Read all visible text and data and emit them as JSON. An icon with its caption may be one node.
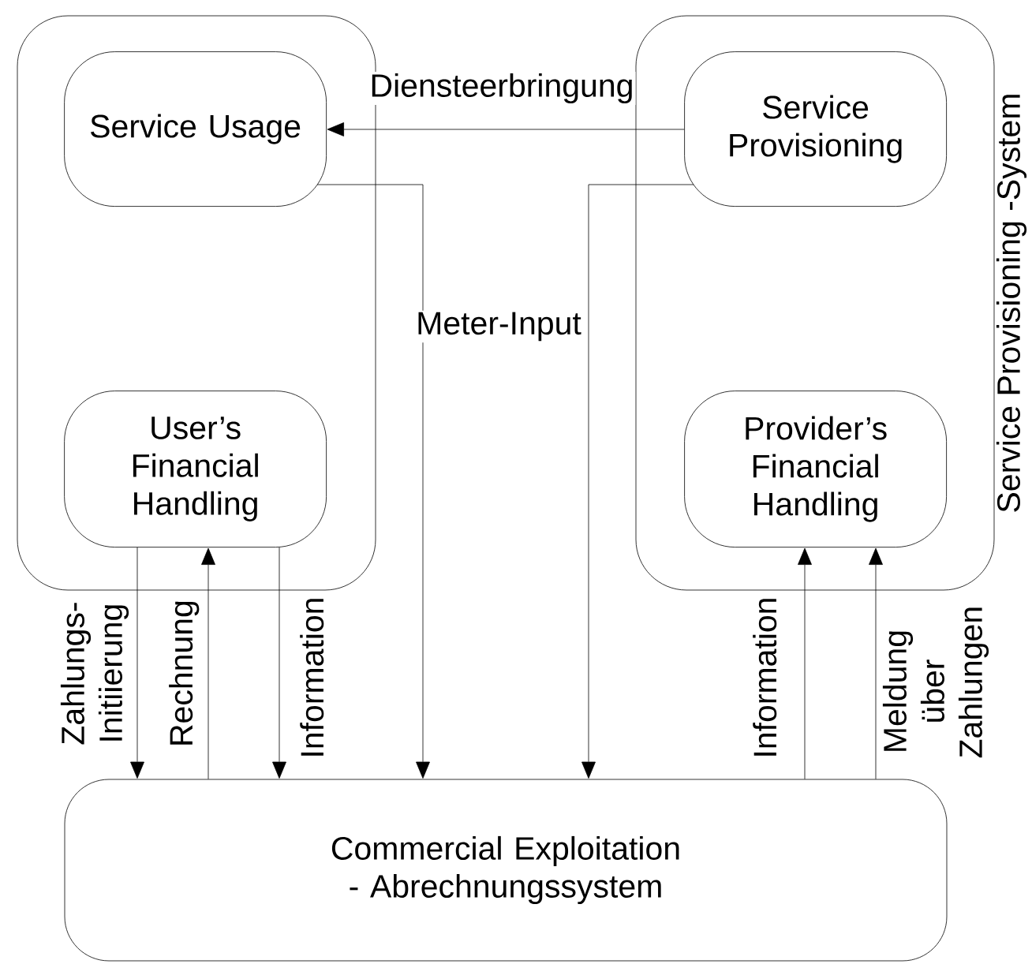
{
  "diagram": {
    "nodes": [
      {
        "text": [],
        "shape": "box"
      },
      {
        "text": [
          "Service Usage"
        ],
        "in": 0
      },
      {
        "text": [
          "User’s Financial Handling"
        ],
        "in": 0
      },
      {
        "text": [
          "Service Provisioning -System"
        ]
      },
      {
        "text": [
          "Service Provisioning"
        ],
        "in": 3
      },
      {
        "text": [
          "Provider’s Financial Handling"
        ],
        "in": 3
      },
      {
        "text": [
          "Commercial Exploitation - Abrechnungssystem"
        ]
      }
    ],
    "edges": [
      {
        "from": 4,
        "to": 1,
        "arrow": "to",
        "label": "Diensteerbringung"
      },
      {
        "from": 1,
        "to": 6,
        "arrow": "to",
        "label": "Meter-Input"
      },
      {
        "from": 4,
        "to": 6,
        "arrow": "to"
      },
      {
        "from": 2,
        "to": 6,
        "arrow": "to",
        "label": "Zahlungs- Initiierung"
      },
      {
        "from": 6,
        "to": 2,
        "arrow": "to",
        "label": "Rechnung"
      },
      {
        "from": 2,
        "to": 6,
        "arrow": "to",
        "label": "Information"
      },
      {
        "from": 6,
        "to": 5,
        "arrow": "to",
        "label": "Information"
      },
      {
        "from": 6,
        "to": 5,
        "arrow": "to",
        "label": "Meldung über Zahlungen"
      }
    ]
  }
}
